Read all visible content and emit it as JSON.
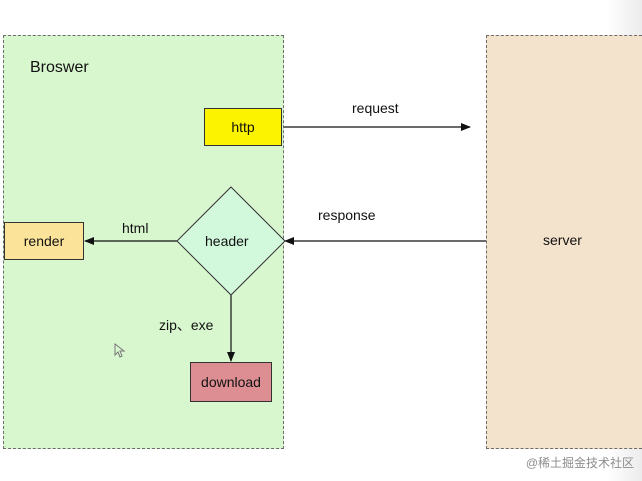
{
  "browser": {
    "title": "Broswer"
  },
  "server": {
    "label": "server"
  },
  "nodes": {
    "http": "http",
    "header": "header",
    "render": "render",
    "download": "download"
  },
  "edges": {
    "request": "request",
    "response": "response",
    "html": "html",
    "zip_exe": "zip、exe"
  },
  "colors": {
    "browser_bg": "#d9f7cf",
    "server_bg": "#f4e3cc",
    "http_fill": "#fbf300",
    "header_fill": "#d3f9dc",
    "render_fill": "#fbe49a",
    "download_fill": "#dc8e92"
  },
  "watermark": "@稀土掘金技术社区"
}
